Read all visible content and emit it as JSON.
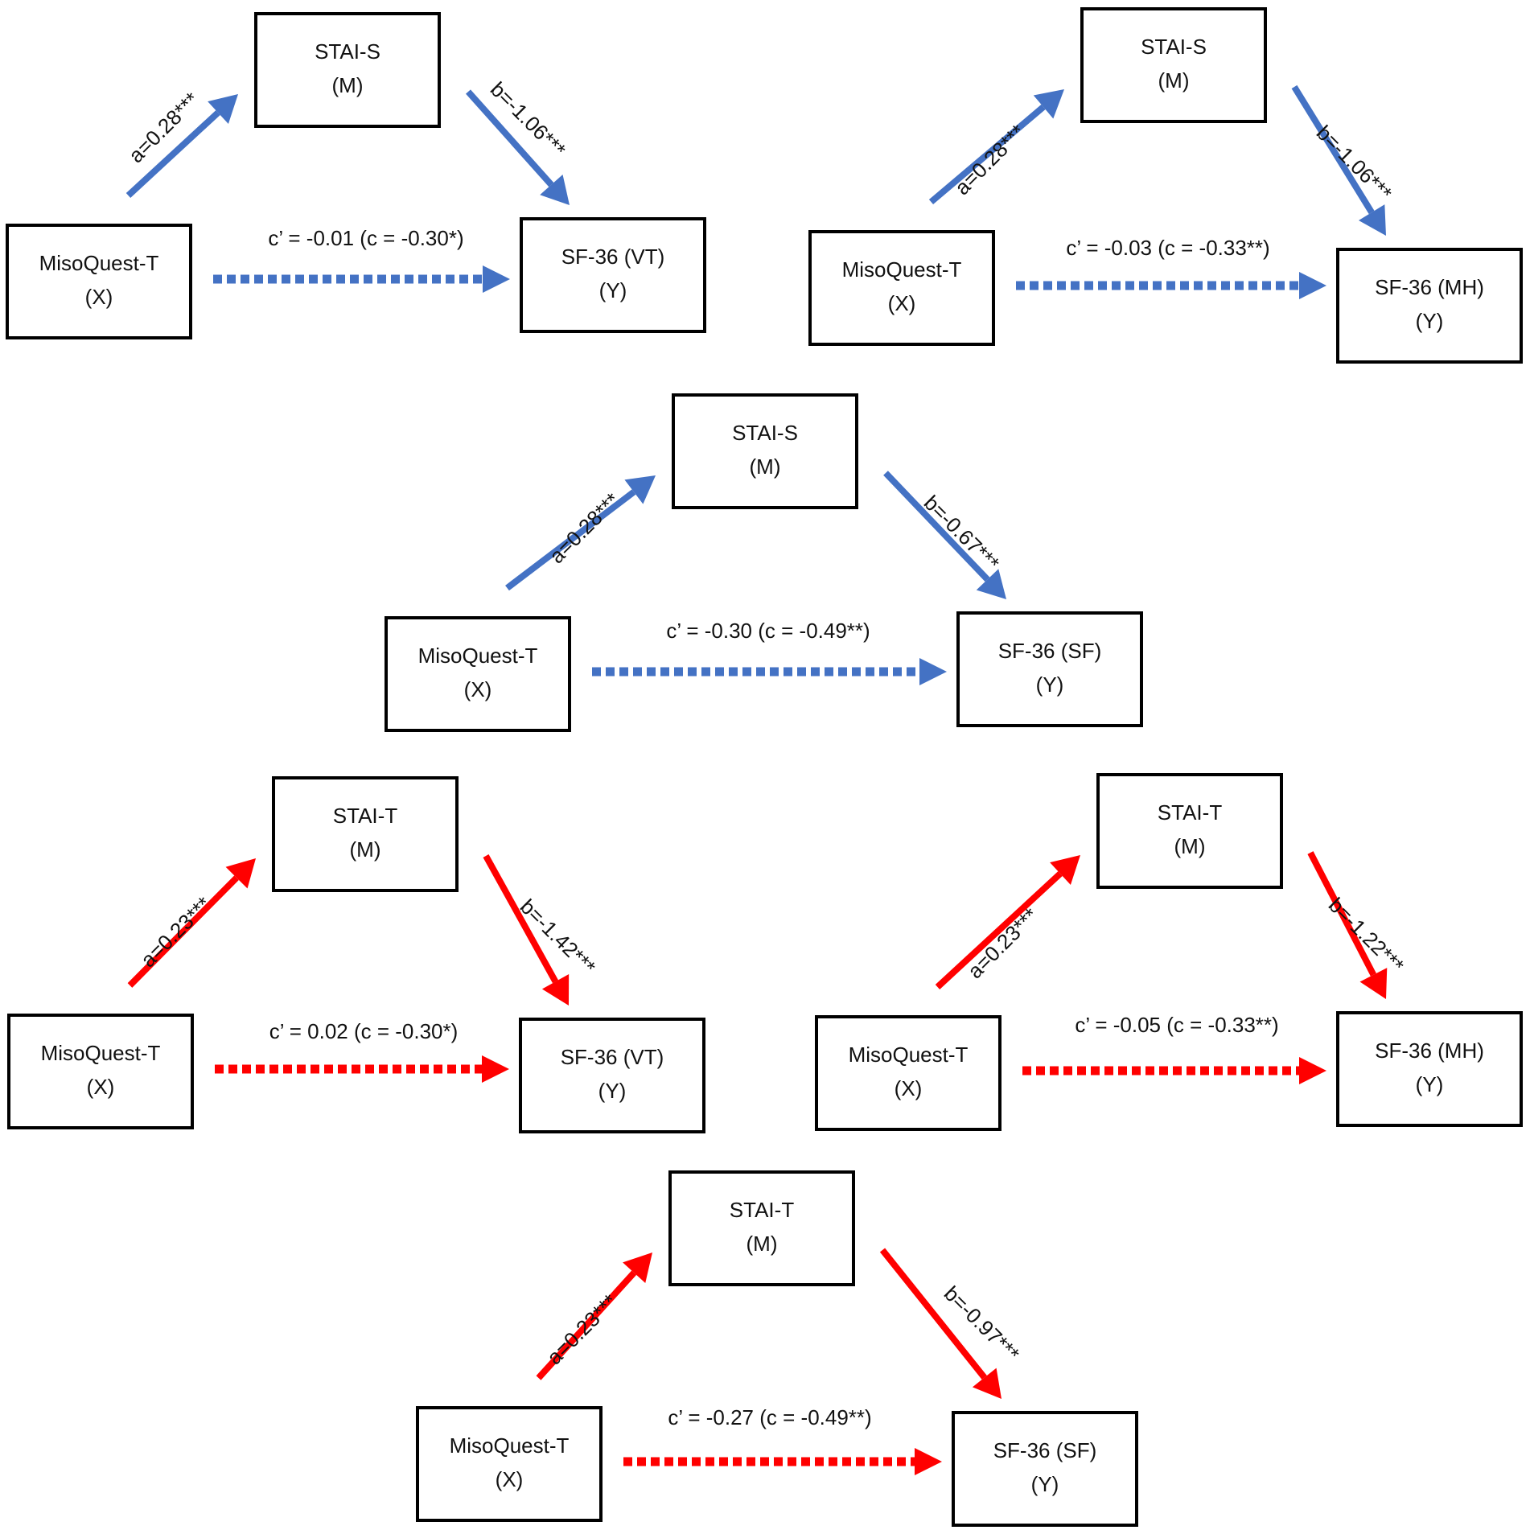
{
  "colors": {
    "stai_s": "#4472c4",
    "stai_t": "#ff0000",
    "box_stroke": "#000000"
  },
  "models": [
    {
      "color": "stai_s",
      "mediator": [
        "STAI-S",
        "(M)"
      ],
      "predictor": [
        "MisoQuest-T",
        "(X)"
      ],
      "outcome": [
        "SF-36 (VT)",
        "(Y)"
      ],
      "a_label": "a=0.28***",
      "b_label": "b=-1.06***",
      "c_label": "c’ = -0.01 (c = -0.30*)"
    },
    {
      "color": "stai_s",
      "mediator": [
        "STAI-S",
        "(M)"
      ],
      "predictor": [
        "MisoQuest-T",
        "(X)"
      ],
      "outcome": [
        "SF-36 (MH)",
        "(Y)"
      ],
      "a_label": "a=0.28***",
      "b_label": "b=-1.06***",
      "c_label": "c’ = -0.03 (c = -0.33**)"
    },
    {
      "color": "stai_s",
      "mediator": [
        "STAI-S",
        "(M)"
      ],
      "predictor": [
        "MisoQuest-T",
        "(X)"
      ],
      "outcome": [
        "SF-36 (SF)",
        "(Y)"
      ],
      "a_label": "a=0.28***",
      "b_label": "b=-0.67***",
      "c_label": "c’ = -0.30 (c = -0.49**)"
    },
    {
      "color": "stai_t",
      "mediator": [
        "STAI-T",
        "(M)"
      ],
      "predictor": [
        "MisoQuest-T",
        "(X)"
      ],
      "outcome": [
        "SF-36 (VT)",
        "(Y)"
      ],
      "a_label": "a=0.23***",
      "b_label": "b=-1.42***",
      "c_label": "c’ = 0.02 (c = -0.30*)"
    },
    {
      "color": "stai_t",
      "mediator": [
        "STAI-T",
        "(M)"
      ],
      "predictor": [
        "MisoQuest-T",
        "(X)"
      ],
      "outcome": [
        "SF-36 (MH)",
        "(Y)"
      ],
      "a_label": "a=0.23***",
      "b_label": "b=-1.22***",
      "c_label": "c’ = -0.05 (c = -0.33**)"
    },
    {
      "color": "stai_t",
      "mediator": [
        "STAI-T",
        "(M)"
      ],
      "predictor": [
        "MisoQuest-T",
        "(X)"
      ],
      "outcome": [
        "SF-36 (SF)",
        "(Y)"
      ],
      "a_label": "a=0.23***",
      "b_label": "b=-0.97***",
      "c_label": "c’ = -0.27 (c = -0.49**)"
    }
  ]
}
